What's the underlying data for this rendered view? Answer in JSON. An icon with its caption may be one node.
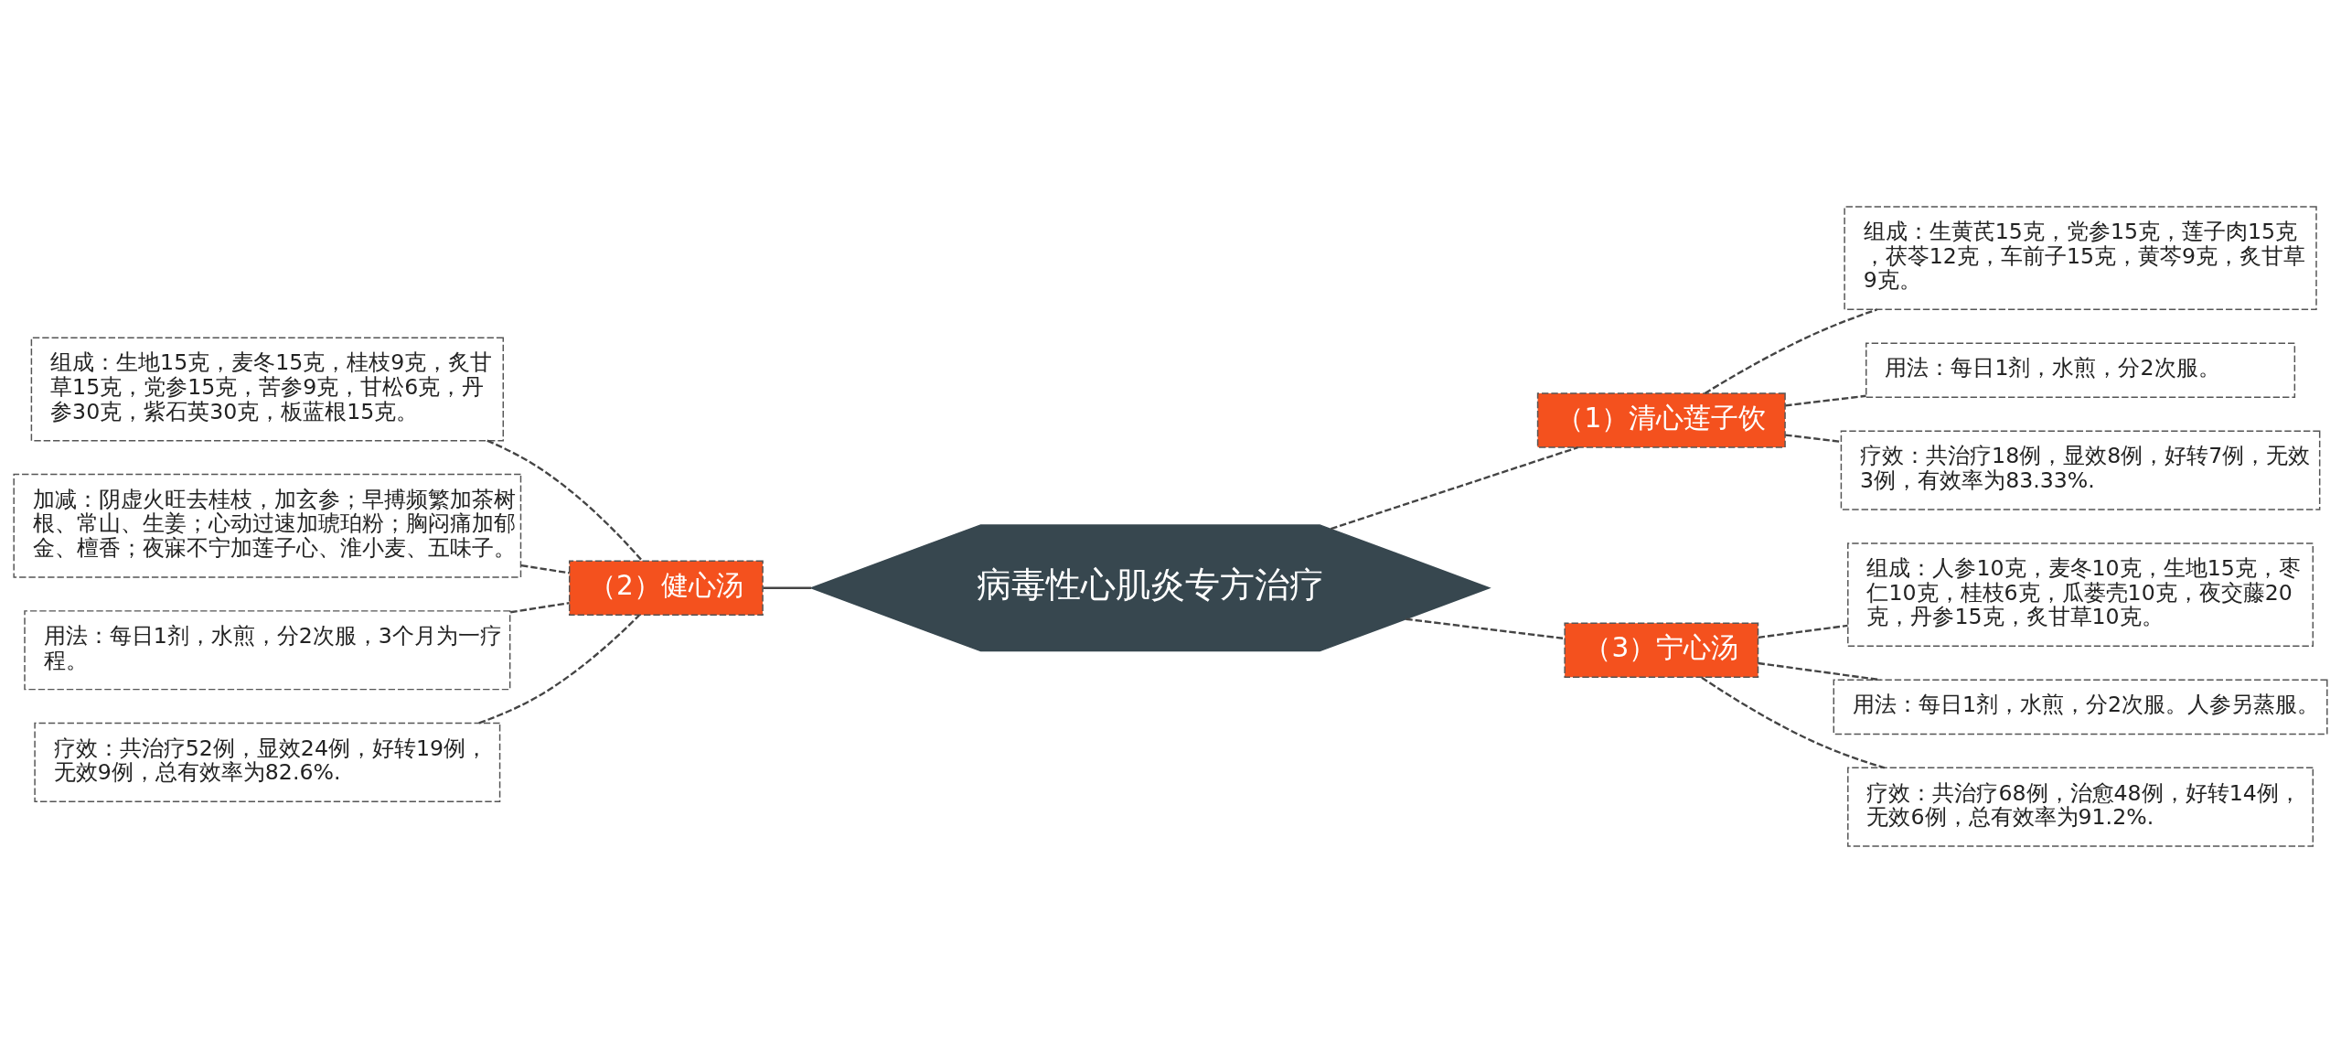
{
  "diagram": {
    "nodes": [
      {
        "text": [
          "病毒性心肌炎专方治疗"
        ]
      },
      {
        "text": [
          "（1）清心莲子饮"
        ]
      },
      {
        "text": [
          "组成：生黄芪15克，党参15克，莲子肉15克，茯苓12克，车前子15克，黄芩9克，炙甘草9克。"
        ]
      },
      {
        "text": [
          "用法：每日1剂，水煎，分2次服。"
        ]
      },
      {
        "text": [
          "疗效：共治疗18例，显效8例，好转7例，无效3例，有效率为83.33%."
        ]
      },
      {
        "text": [
          "（2）健心汤"
        ]
      },
      {
        "text": [
          "组成：生地15克，麦冬15克，桂枝9克，炙甘草15克，党参15克，苦参9克，甘松6克，丹参30克，紫石英30克，板蓝根15克。"
        ]
      },
      {
        "text": [
          "加减：阴虚火旺去桂枝，加玄参；早搏频繁加茶树根、常山、生姜；心动过速加琥珀粉；胸闷痛加郁金、檀香；夜寐不宁加莲子心、淮小麦、五味子。"
        ]
      },
      {
        "text": [
          "用法：每日1剂，水煎，分2次服，3个月为一疗程。"
        ]
      },
      {
        "text": [
          "疗效：共治疗52例，显效24例，好转19例，无效9例，总有效率为82.6%."
        ]
      },
      {
        "text": [
          "（3）宁心汤"
        ]
      },
      {
        "text": [
          "组成：人参10克，麦冬10克，生地15克，枣仁10克，桂枝6克，瓜蒌壳10克，夜交藤20克，丹参15克，炙甘草10克。"
        ]
      },
      {
        "text": [
          "用法：每日1剂，水煎，分2次服。人参另蒸服。"
        ]
      },
      {
        "text": [
          "疗效：共治疗68例，治愈48例，好转14例，无效6例，总有效率为91.2%."
        ]
      }
    ],
    "edges": [
      {
        "from": 0,
        "to": 1,
        "arrow": "none",
        "style": "dashed"
      },
      {
        "from": 1,
        "to": 2,
        "arrow": "none",
        "style": "dashed"
      },
      {
        "from": 1,
        "to": 3,
        "arrow": "none",
        "style": "dashed"
      },
      {
        "from": 1,
        "to": 4,
        "arrow": "none",
        "style": "dashed"
      },
      {
        "from": 0,
        "to": 5,
        "arrow": "none"
      },
      {
        "from": 5,
        "to": 6,
        "arrow": "none",
        "style": "dashed"
      },
      {
        "from": 5,
        "to": 7,
        "arrow": "none",
        "style": "dashed"
      },
      {
        "from": 5,
        "to": 8,
        "arrow": "none",
        "style": "dashed"
      },
      {
        "from": 5,
        "to": 9,
        "arrow": "none",
        "style": "dashed"
      },
      {
        "from": 0,
        "to": 10,
        "arrow": "none",
        "style": "dashed"
      },
      {
        "from": 10,
        "to": 11,
        "arrow": "none",
        "style": "dashed"
      },
      {
        "from": 10,
        "to": 12,
        "arrow": "none",
        "style": "dashed"
      },
      {
        "from": 10,
        "to": 13,
        "arrow": "none",
        "style": "dashed"
      }
    ]
  }
}
